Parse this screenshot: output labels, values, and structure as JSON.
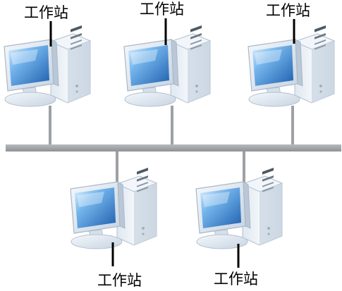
{
  "diagram": {
    "topology": "bus",
    "nodes": [
      {
        "label": "工作站"
      },
      {
        "label": "工作站"
      },
      {
        "label": "工作站"
      },
      {
        "label": "工作站"
      },
      {
        "label": "工作站"
      }
    ],
    "colors": {
      "bus": "#9ea1a4",
      "drop_line": "#9ea1a4",
      "monitor_frame": "#e6edf5",
      "screen": "#3f86cf",
      "tower": "#e9eef4",
      "label_line": "#000000"
    }
  }
}
